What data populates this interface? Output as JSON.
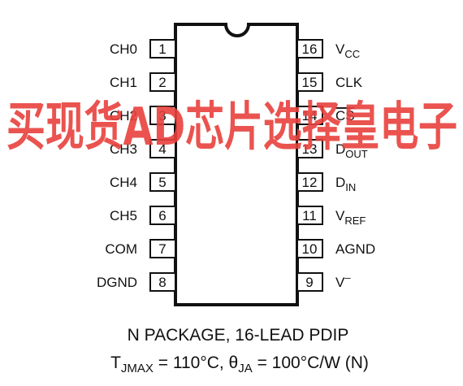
{
  "watermark": {
    "text": "买现货AD芯片选择皇电子",
    "color": "#e8413c"
  },
  "chip": {
    "left_pins": [
      {
        "num": "1",
        "label": "CH0"
      },
      {
        "num": "2",
        "label": "CH1"
      },
      {
        "num": "3",
        "label": "CH2"
      },
      {
        "num": "4",
        "label": "CH3"
      },
      {
        "num": "5",
        "label": "CH4"
      },
      {
        "num": "6",
        "label": "CH5"
      },
      {
        "num": "7",
        "label": "COM"
      },
      {
        "num": "8",
        "label": "DGND"
      }
    ],
    "right_pins": [
      {
        "num": "16",
        "label": "V",
        "sub": "CC"
      },
      {
        "num": "15",
        "label": "CLK"
      },
      {
        "num": "14",
        "label": "CS",
        "overline": true
      },
      {
        "num": "13",
        "label": "D",
        "sub": "OUT"
      },
      {
        "num": "12",
        "label": "D",
        "sub": "IN"
      },
      {
        "num": "11",
        "label": "V",
        "sub": "REF"
      },
      {
        "num": "10",
        "label": "AGND"
      },
      {
        "num": "9",
        "label": "V",
        "sup": "–"
      }
    ]
  },
  "caption": {
    "line1": "N PACKAGE, 16-LEAD PDIP",
    "line2": {
      "t": "T",
      "t_sub": "JMAX",
      "t_rest": " = 110°C, θ",
      "theta_sub": "JA",
      "theta_rest": " = 100°C/W (N)"
    }
  }
}
